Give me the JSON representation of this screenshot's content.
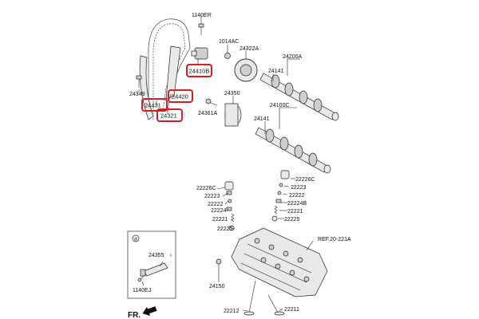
{
  "labels": {
    "p1140ER": "1140ER",
    "p24410B": "24410B",
    "p1014AC": "1014AC",
    "p24322A": "24322A",
    "p24200A": "24200A",
    "p24141a": "24141",
    "p24349": "24349",
    "p24420": "24420",
    "p24431": "24431",
    "p24321": "24321",
    "p24350": "24350",
    "p24361A": "24361A",
    "p24100C": "24100C",
    "p24141b": "24141",
    "p22226Ca": "22226C",
    "p22223a": "22223",
    "p22222a": "22222",
    "p22224a": "22224",
    "p22221a": "22221",
    "p22225a": "22225",
    "p22226Cb": "22226C",
    "p22223b": "22223",
    "p22222b": "22222",
    "p22224B": "22224B",
    "p22221b": "22221",
    "p22225b": "22225",
    "ref": "REF.20-221A",
    "inset_a": "a",
    "p24355": "24355",
    "p1140EJ": "1140EJ",
    "p24150": "24150",
    "p22212": "22212",
    "p22211": "22211",
    "fr": "FR."
  },
  "colors": {
    "highlight": "#d0202a",
    "line": "#222222"
  }
}
